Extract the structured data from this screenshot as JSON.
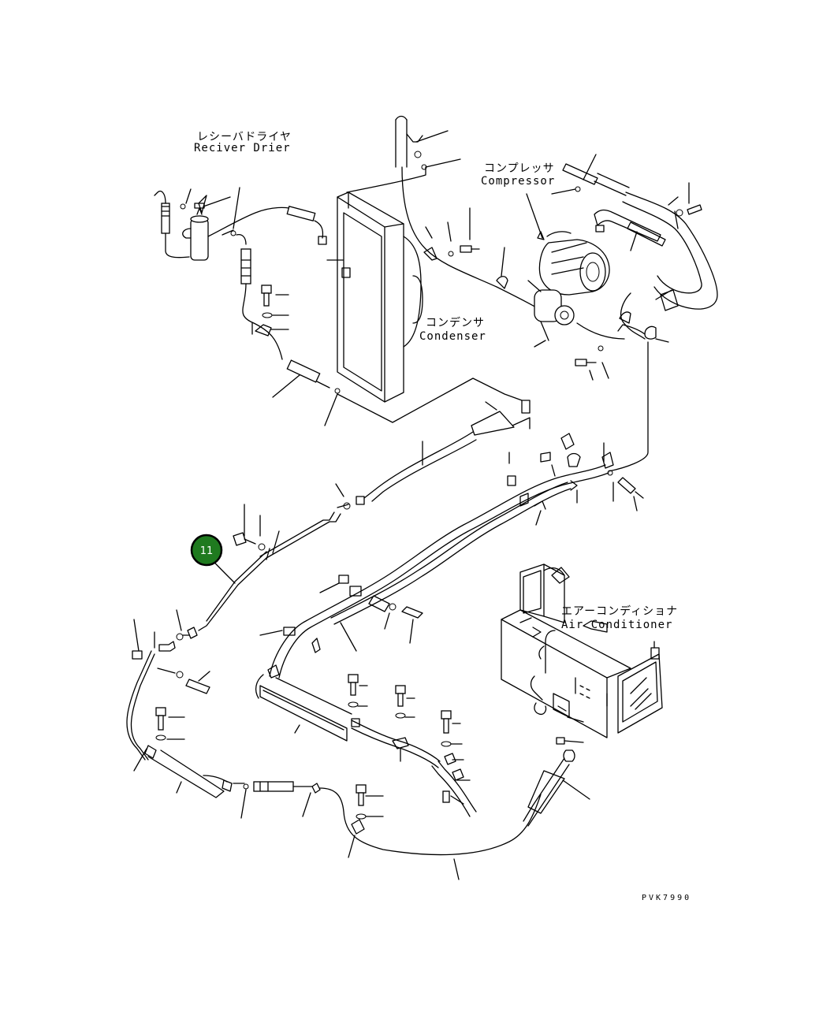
{
  "labels": {
    "receiver_drier_ja": "レシーバドライヤ",
    "receiver_drier_en": "Reciver Drier",
    "compressor_ja": "コンプレッサ",
    "compressor_en": "Compressor",
    "condenser_ja": "コンデンサ",
    "condenser_en": "Condenser",
    "air_conditioner_ja": "エアーコンディショナ",
    "air_conditioner_en": "Air Conditioner"
  },
  "drawing_code": "PVK7990",
  "callout": {
    "number": "11",
    "color": "#1f7a1f"
  }
}
